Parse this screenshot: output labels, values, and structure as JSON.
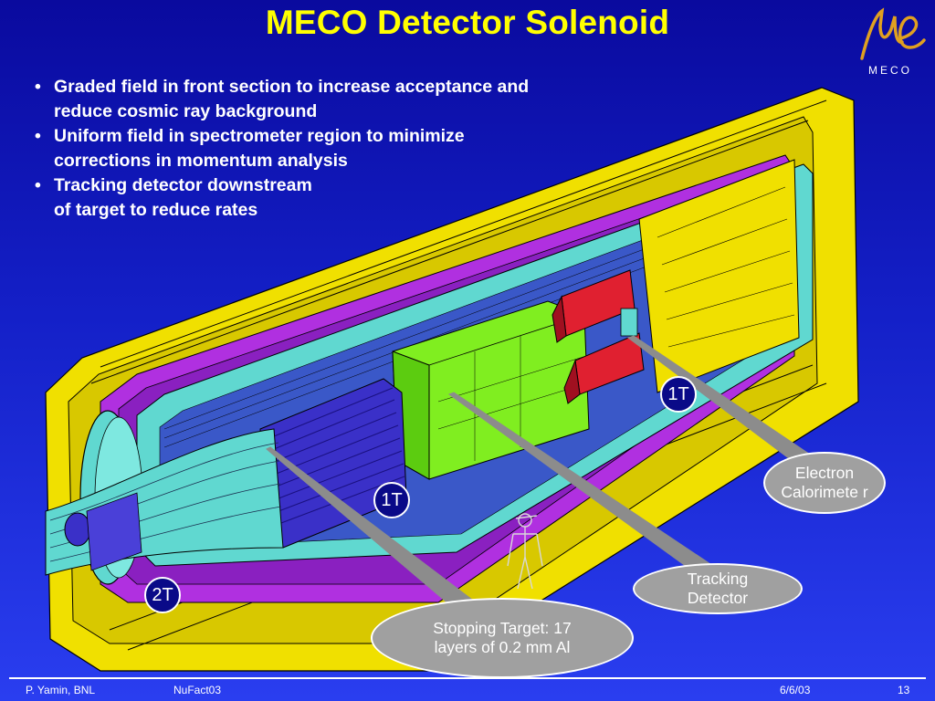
{
  "slide": {
    "title": "MECO Detector Solenoid",
    "logo": {
      "text": "MECO",
      "icon": "mu-e-logo"
    },
    "bullets": [
      {
        "line1": "Graded field in front section to increase acceptance and",
        "line2": "reduce cosmic ray background"
      },
      {
        "line1": "Uniform field in spectrometer region to minimize",
        "line2": "corrections in momentum analysis"
      },
      {
        "line1": "Tracking detector downstream",
        "line2": "of target to reduce rates"
      }
    ]
  },
  "diagram": {
    "field_labels": {
      "upstream": "2T",
      "target_region": "1T",
      "downstream": "1T"
    },
    "callouts": {
      "electron_calorimeter": "Electron Calorimete r",
      "tracking_detector": "Tracking Detector",
      "stopping_target": "Stopping Target: 17 layers of 0.2 mm Al"
    },
    "colors": {
      "outer_shell": "#f0e000",
      "magenta_layer": "#b030e0",
      "cyan_layer": "#60d8d0",
      "tracker": "#80ee20",
      "target": "#3a30c8",
      "calorimeter": "#e02030",
      "callout_fill": "#a0a0a0"
    }
  },
  "footer": {
    "author": "P. Yamin, BNL",
    "conference": "NuFact03",
    "date": "6/6/03",
    "page": "13"
  }
}
